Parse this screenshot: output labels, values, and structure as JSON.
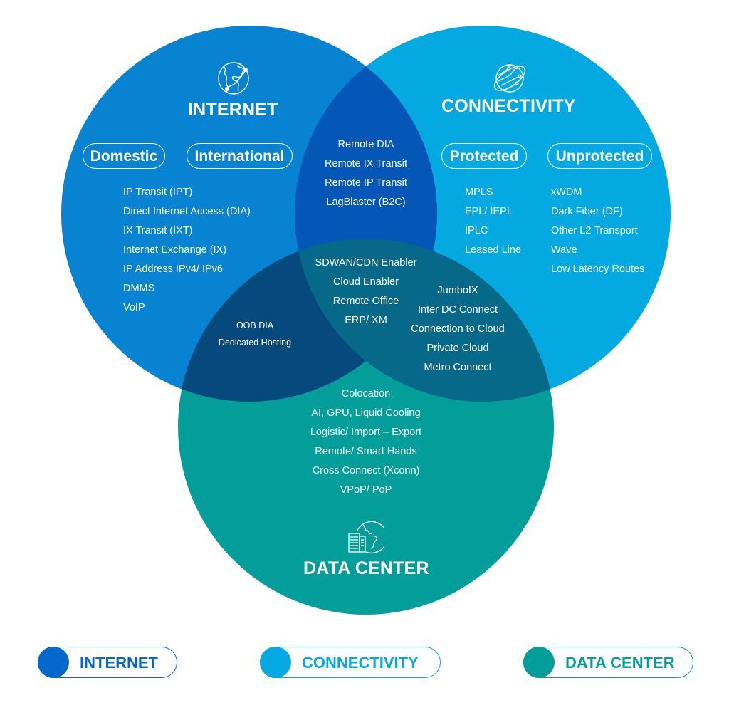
{
  "diagram": {
    "type": "venn",
    "colors": {
      "internet": "#0783D2",
      "connectivity": "#03A9E0",
      "data_center": "#039E9A",
      "internet_connectivity": "#0457B6",
      "internet_data_center": "#064A7D",
      "connectivity_data_center": "#06698A",
      "all_three": "#07336D"
    },
    "sets": {
      "internet": {
        "title": "INTERNET",
        "icon": "globe-network-icon",
        "categories": [
          "Domestic",
          "International"
        ],
        "items": [
          "IP Transit (IPT)",
          "Direct Internet Access (DIA)",
          "IX Transit (IXT)",
          "Internet Exchange (IX)",
          "IP Address IPv4/ IPv6",
          "DMMS",
          "VoIP"
        ]
      },
      "connectivity": {
        "title": "CONNECTIVITY",
        "icon": "circuit-globe-icon",
        "categories": [
          {
            "label": "Protected",
            "items": [
              "MPLS",
              "EPL/ IEPL",
              "IPLC",
              "Leased Line"
            ]
          },
          {
            "label": "Unprotected",
            "items": [
              "xWDM",
              "Dark Fiber (DF)",
              "Other L2 Transport",
              "Wave",
              "Low Latency Routes"
            ]
          }
        ]
      },
      "data_center": {
        "title": "DATA CENTER",
        "icon": "datacenter-globe-icon",
        "items": [
          "Colocation",
          "AI, GPU, Liquid Cooling",
          "Logistic/ Import – Export",
          "Remote/ Smart Hands",
          "Cross Connect (Xconn)",
          "VPoP/ PoP"
        ]
      }
    },
    "intersections": {
      "internet_connectivity": [
        "Remote DIA",
        "Remote IX Transit",
        "Remote IP Transit",
        "LagBlaster (B2C)"
      ],
      "internet_data_center": [
        "OOB DIA",
        "Dedicated Hosting"
      ],
      "connectivity_data_center": [
        "JumboIX",
        "Inter DC Connect",
        "Connection to Cloud",
        "Private Cloud",
        "Metro Connect"
      ],
      "all_three": [
        "SDWAN/CDN Enabler",
        "Cloud Enabler",
        "Remote Office",
        "ERP/ XM"
      ]
    }
  },
  "legend": [
    {
      "label": "INTERNET",
      "color": "#0568CC"
    },
    {
      "label": "CONNECTIVITY",
      "color": "#03A9E0"
    },
    {
      "label": "DATA CENTER",
      "color": "#039E9A"
    }
  ]
}
